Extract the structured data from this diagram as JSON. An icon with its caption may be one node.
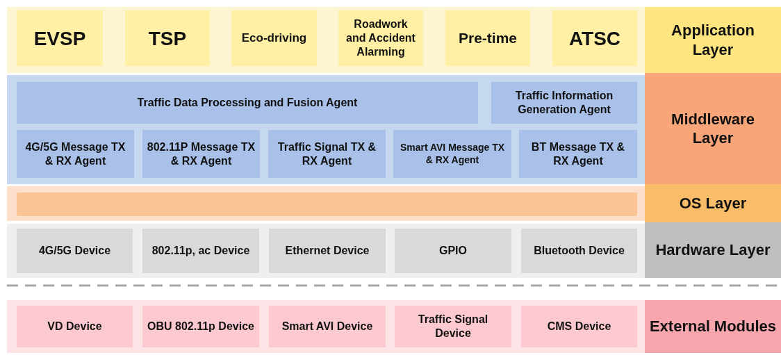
{
  "diagram": {
    "nodes": [
      {
        "text": [],
        "shape": "box"
      },
      {
        "text": [
          "EVSP"
        ],
        "in": 0
      },
      {
        "text": [
          "TSP"
        ],
        "in": 0
      },
      {
        "text": [
          "Eco-driving"
        ],
        "in": 0
      },
      {
        "text": [
          "Roadwork and Accident Alarming"
        ],
        "in": 0
      },
      {
        "text": [
          "Pre-time"
        ],
        "in": 0
      },
      {
        "text": [
          "ATSC"
        ],
        "in": 0
      },
      {
        "text": [
          "Application Layer"
        ]
      },
      {
        "text": [],
        "shape": "box"
      },
      {
        "text": [
          "Traffic Data Processing and Fusion Agent"
        ],
        "in": 8
      },
      {
        "text": [
          "Traffic Information Generation Agent"
        ],
        "in": 8
      },
      {
        "text": [
          "4G/5G Message TX & RX Agent"
        ],
        "in": 8
      },
      {
        "text": [
          "802.11P Message TX & RX Agent"
        ],
        "in": 8
      },
      {
        "text": [
          "Traffic Signal TX & RX Agent"
        ],
        "in": 8
      },
      {
        "text": [
          "Smart AVI Message TX & RX Agent"
        ],
        "in": 8
      },
      {
        "text": [
          "BT Message TX & RX Agent"
        ],
        "in": 8
      },
      {
        "text": [
          "Middleware Layer"
        ]
      },
      {
        "text": [],
        "shape": "box"
      },
      {
        "text": [],
        "shape": "bar",
        "in": 17
      },
      {
        "text": [
          "OS Layer"
        ]
      },
      {
        "text": [],
        "shape": "box"
      },
      {
        "text": [
          "4G/5G Device"
        ],
        "in": 20
      },
      {
        "text": [
          "802.11p, ac Device"
        ],
        "in": 20
      },
      {
        "text": [
          "Ethernet Device"
        ],
        "in": 20
      },
      {
        "text": [
          "GPIO"
        ],
        "in": 20
      },
      {
        "text": [
          "Bluetooth Device"
        ],
        "in": 20
      },
      {
        "text": [
          "Hardware Layer"
        ]
      },
      {
        "text": [],
        "shape": "box"
      },
      {
        "text": [
          "VD Device"
        ],
        "in": 27
      },
      {
        "text": [
          "OBU 802.11p Device"
        ],
        "in": 27
      },
      {
        "text": [
          "Smart AVI Device"
        ],
        "in": 27
      },
      {
        "text": [
          "Traffic Signal Device"
        ],
        "in": 27
      },
      {
        "text": [
          "CMS Device"
        ],
        "in": 27
      },
      {
        "text": [
          "External Modules"
        ]
      }
    ],
    "edges": []
  }
}
